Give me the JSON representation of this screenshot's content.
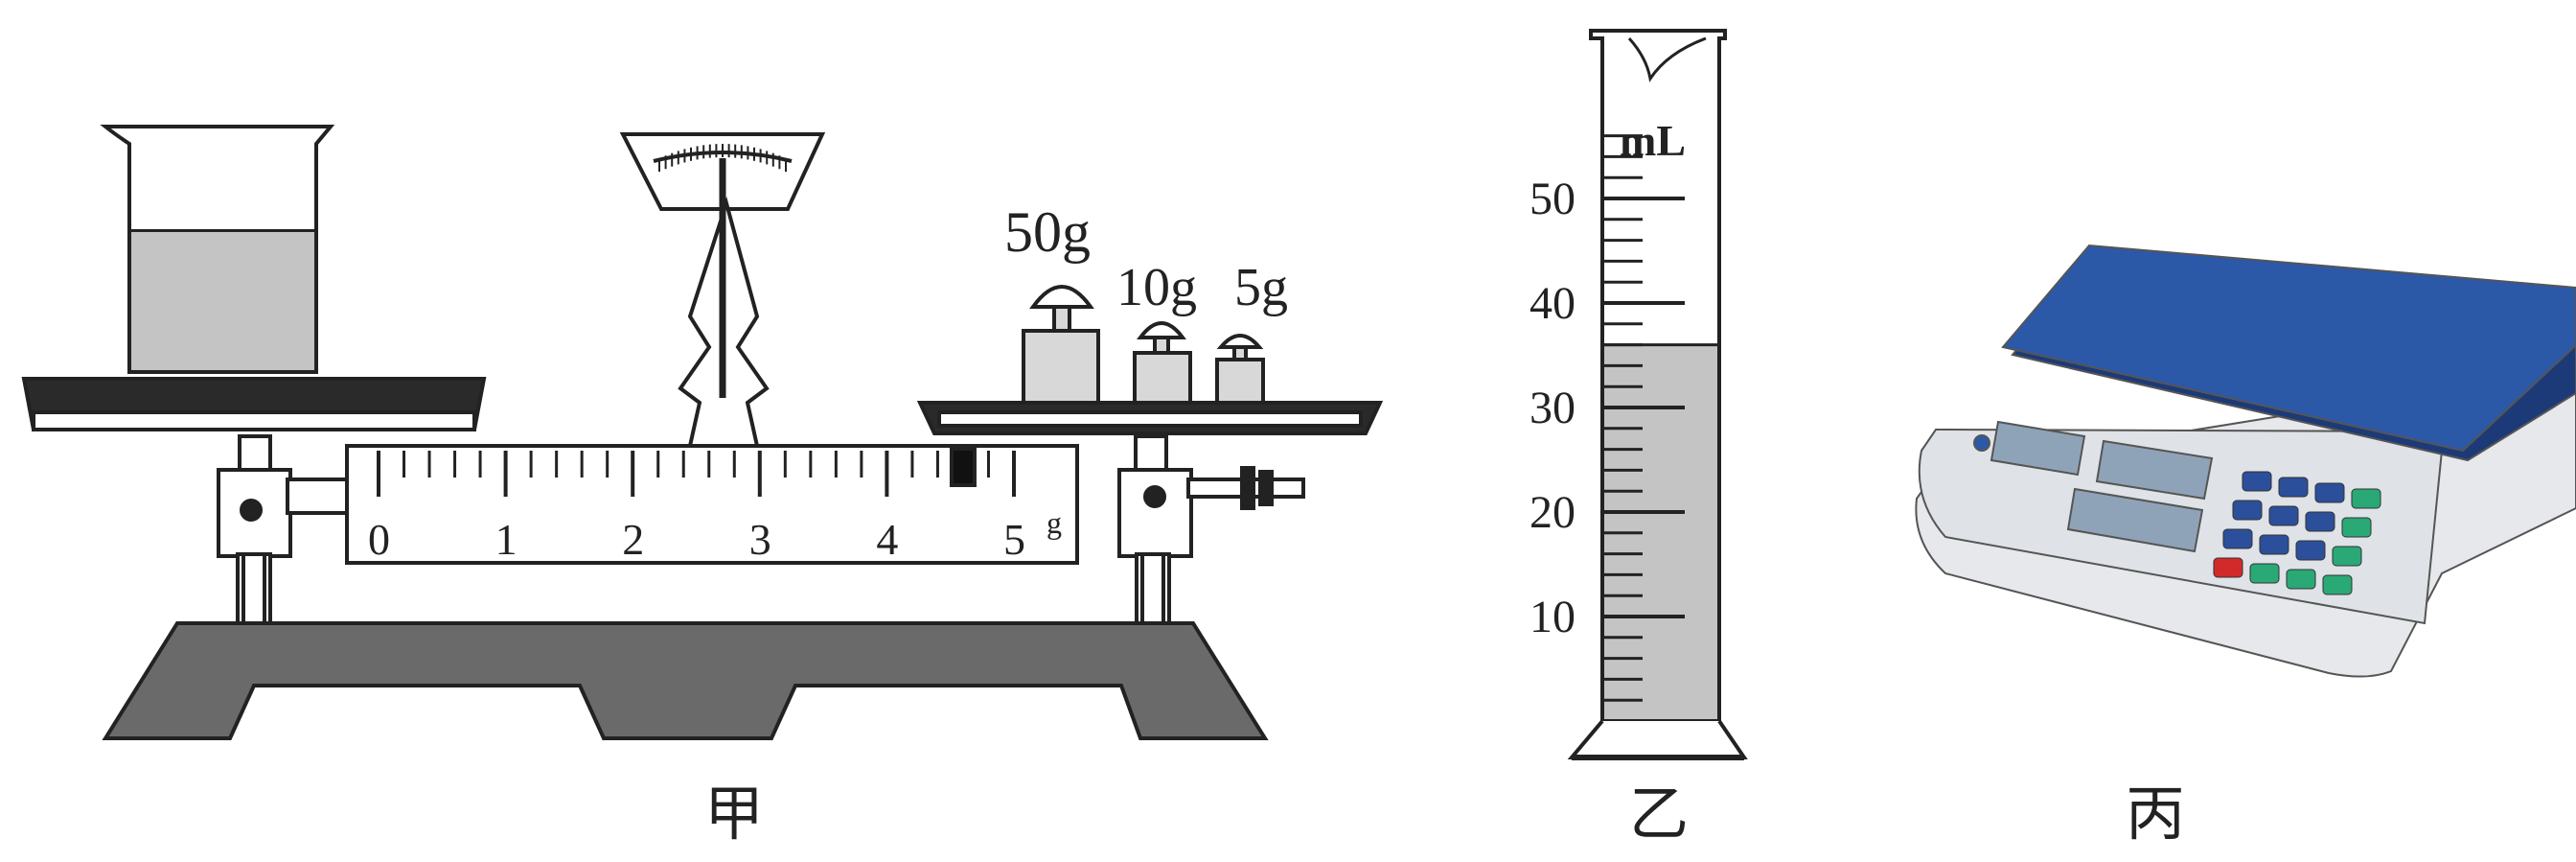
{
  "balance": {
    "caption": "甲",
    "weights": [
      {
        "label": "50g",
        "mass_g": 50
      },
      {
        "label": "10g",
        "mass_g": 10
      },
      {
        "label": "5g",
        "mass_g": 5
      }
    ],
    "beam_scale": {
      "ticks": [
        "0",
        "1",
        "2",
        "3",
        "4",
        "5"
      ],
      "unit": "g",
      "rider_reading_g": 4.6
    },
    "beaker_liquid_fraction": 0.62
  },
  "cylinder": {
    "caption": "乙",
    "unit": "mL",
    "tick_labels": [
      "10",
      "20",
      "30",
      "40",
      "50"
    ],
    "liquid_level_ml": 36
  },
  "electronic_scale": {
    "caption": "丙"
  },
  "colors": {
    "outline": "#222222",
    "liquid": "#c4c4c4",
    "base": "#6a6a6a",
    "pan": "#2a2a2a",
    "scale_blue": "#2c58a8",
    "scale_body": "#e6e8ec",
    "display": "#8fa3b8",
    "key_green": "#2aa876",
    "key_red": "#d22a2a"
  }
}
